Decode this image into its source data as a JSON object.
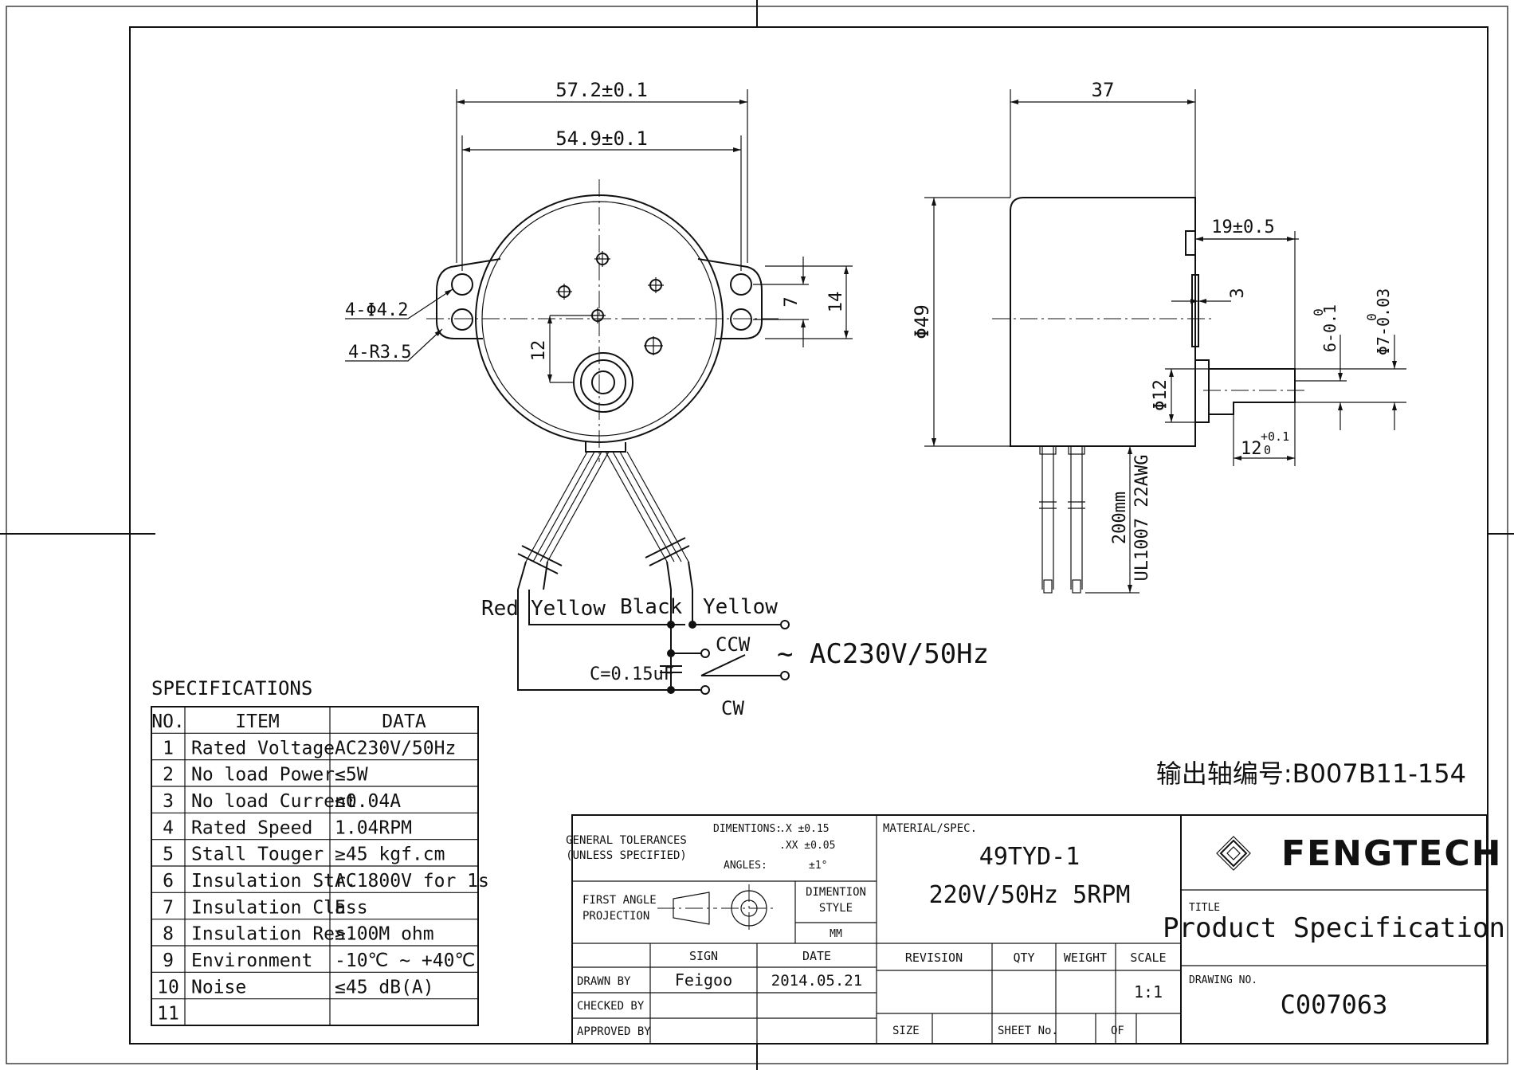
{
  "front_view": {
    "dim_overall": "57.2±0.1",
    "dim_holes": "54.9±0.1",
    "holes_label": "4-Φ4.2",
    "radius_label": "4-R3.5",
    "dim_7": "7",
    "dim_14": "14",
    "dim_12": "12"
  },
  "side_view": {
    "dim_37": "37",
    "dim_19": "19±0.5",
    "dim_3": "3",
    "dim_phi49": "Φ49",
    "dim_phi12": "Φ12",
    "dim_6": "6-0.1",
    "dim_6_upper": "0",
    "dim_phi7": "Φ7-0.03",
    "dim_phi7_upper": "0",
    "dim_12": "12",
    "dim_12_tol_upper": "+0.1",
    "dim_12_tol_lower": "0",
    "lead_length": "200mm",
    "lead_spec": "UL1007 22AWG"
  },
  "wiring": {
    "red": "Red",
    "yellow_1": "Yellow",
    "black": "Black",
    "yellow_2": "Yellow",
    "ccw": "CCW",
    "cw": "CW",
    "capacitor": "C=0.15uF",
    "supply": "~ AC230V/50Hz"
  },
  "output_shaft": "输出轴编号:B007B11-154",
  "specifications": {
    "title": "SPECIFICATIONS",
    "headers": [
      "NO.",
      "ITEM",
      "DATA"
    ],
    "rows": [
      [
        "1",
        "Rated Voltage",
        "AC230V/50Hz"
      ],
      [
        "2",
        "No load Power",
        "≤5W"
      ],
      [
        "3",
        "No load Current",
        "≤0.04A"
      ],
      [
        "4",
        "Rated Speed",
        "1.04RPM"
      ],
      [
        "5",
        "Stall Touger",
        "≥45 kgf.cm"
      ],
      [
        "6",
        "Insulation Str.",
        "AC1800V for 1s"
      ],
      [
        "7",
        "Insulation Class",
        "E"
      ],
      [
        "8",
        "Insulation Res.",
        "≥100M ohm"
      ],
      [
        "9",
        "Environment",
        "-10℃ ~ +40℃"
      ],
      [
        "10",
        "Noise",
        "≤45 dB(A)"
      ],
      [
        "11",
        "",
        ""
      ]
    ]
  },
  "title_block": {
    "general_tolerances": "GENERAL TOLERANCES",
    "unless_specified": "(UNLESS SPECIFIED)",
    "dimentions": "DIMENTIONS:",
    "x_tol": ".X   ±0.15",
    "xx_tol": ".XX  ±0.05",
    "angles": "ANGLES:",
    "angle_tol": "±1°",
    "first_angle": "FIRST ANGLE",
    "projection": "PROJECTION",
    "dimention_style": "DIMENTION",
    "style": "STYLE",
    "mm": "MM",
    "sign": "SIGN",
    "date": "DATE",
    "drawn_by": "DRAWN BY",
    "drawn_by_value": "Feigoo",
    "drawn_date": "2014.05.21",
    "checked_by": "CHECKED BY",
    "approved_by": "APPROVED BY",
    "material_spec": "MATERIAL/SPEC.",
    "model": "49TYD-1",
    "model_spec": "220V/50Hz 5RPM",
    "revision": "REVISION",
    "qty": "QTY",
    "weight": "WEIGHT",
    "scale": "SCALE",
    "scale_value": "1:1",
    "size": "SIZE",
    "sheet_no": "SHEET No.",
    "of": "OF",
    "company": "FENGTECH",
    "title_label": "TITLE",
    "title_value": "Product Specification",
    "drawing_no_label": "DRAWING NO.",
    "drawing_no_value": "C007063"
  }
}
